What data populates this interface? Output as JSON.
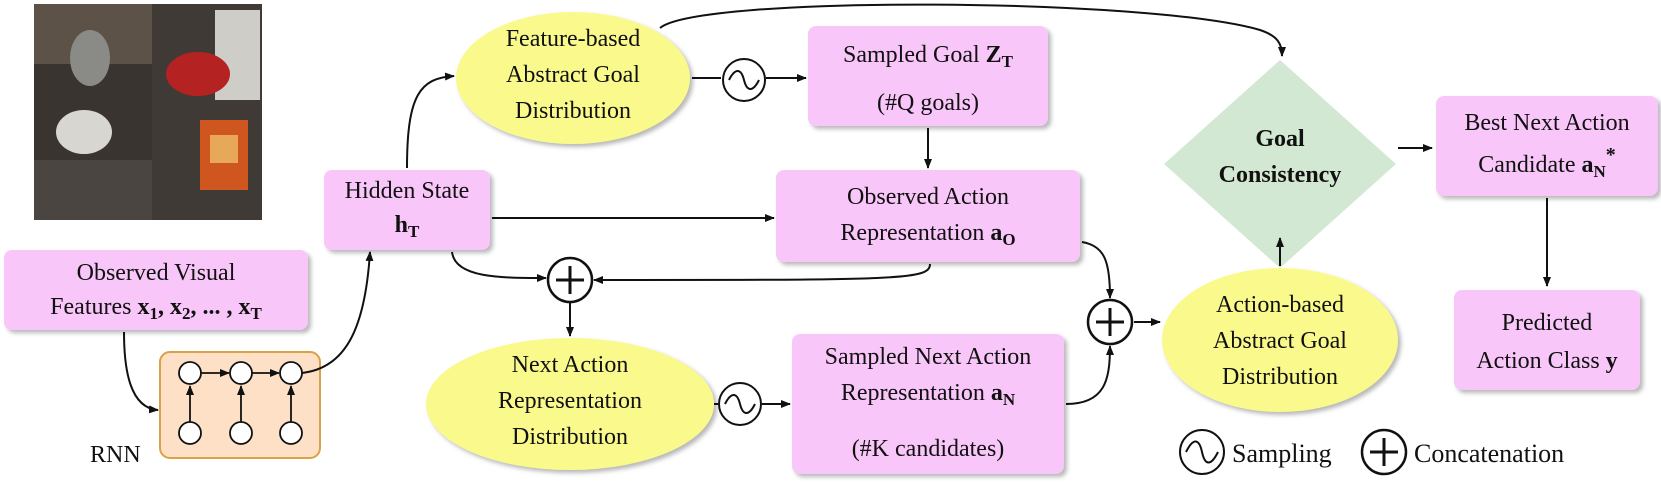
{
  "colors": {
    "box": "#f9c6f9",
    "ellipse": "#fafa8c",
    "diamond": "#d2e8d2",
    "rnn_box": "#fde0c6",
    "rnn_border": "#d9a24a",
    "line": "#111111"
  },
  "images": {
    "frame1": "kitchen-scene-frame-1",
    "frame2": "kitchen-scene-frame-2"
  },
  "nodes": {
    "observed_features": {
      "line1": "Observed Visual",
      "line2_prefix": "Features ",
      "line2_math": "x",
      "sub1": "1",
      "sep": ", ",
      "x2": "x",
      "sub2": "2",
      "dots": ", ... , ",
      "xt": "x",
      "subt": "T"
    },
    "rnn_label": "RNN",
    "hidden_state": {
      "line1": "Hidden State",
      "sym": "h",
      "sub": "T"
    },
    "feature_goal_dist": {
      "line1": "Feature-based",
      "line2": "Abstract Goal",
      "line3": "Distribution"
    },
    "sampled_goal": {
      "line1": "Sampled Goal ",
      "sym": "Z",
      "sub": "T",
      "line2": "(#Q goals)"
    },
    "observed_action": {
      "line1": "Observed Action",
      "line2": "Representation ",
      "sym": "a",
      "sub": "O"
    },
    "next_action_dist": {
      "line1": "Next Action",
      "line2": "Representation",
      "line3": "Distribution"
    },
    "sampled_next_action": {
      "line1": "Sampled Next Action",
      "line2": "Representation ",
      "sym": "a",
      "sub": "N",
      "line3": "(#K candidates)"
    },
    "goal_consistency": {
      "line1": "Goal",
      "line2": "Consistency"
    },
    "action_goal_dist": {
      "line1": "Action-based",
      "line2": "Abstract Goal",
      "line3": "Distribution"
    },
    "best_next_action": {
      "line1": "Best Next Action",
      "line2": "Candidate ",
      "sym": "a",
      "sub": "N",
      "sup": "*"
    },
    "predicted_class": {
      "line1": "Predicted",
      "line2": "Action Class ",
      "sym": "y"
    }
  },
  "legend": {
    "sampling": "Sampling",
    "concatenation": "Concatenation"
  }
}
